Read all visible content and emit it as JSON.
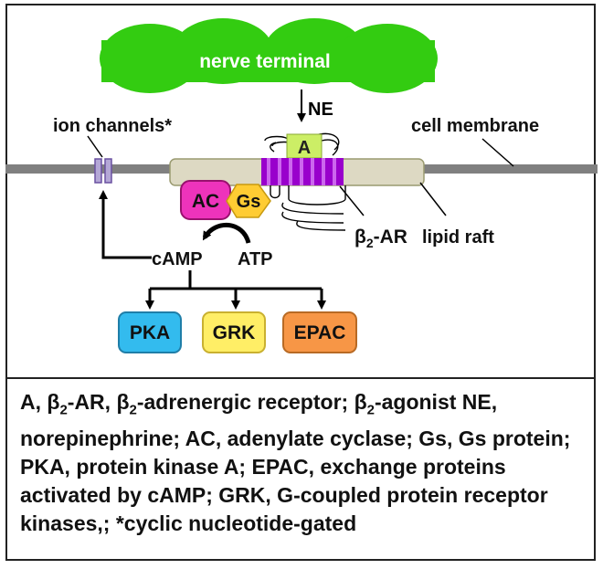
{
  "labels": {
    "nerve_terminal": "nerve terminal",
    "ne": "NE",
    "ion_channels": "ion channels*",
    "cell_membrane": "cell membrane",
    "agonist_box": "A",
    "ac": "AC",
    "gs": "Gs",
    "receptor_base": "β",
    "receptor_sub": "2",
    "receptor_suffix": "-AR",
    "lipid_raft": "lipid raft",
    "camp": "cAMP",
    "atp": "ATP",
    "pka": "PKA",
    "grk": "GRK",
    "epac": "EPAC"
  },
  "caption": {
    "p1": "A, β",
    "s1": "2",
    "p2": "-AR, β",
    "s2": "2",
    "p3": "-adrenergic receptor; β",
    "s3": "2",
    "p4": "-agonist NE, norepinephrine; AC, adenylate cyclase; Gs, Gs protein; PKA, protein kinase A; EPAC, exchange proteins activated by cAMP; GRK, G-coupled protein receptor kinases,; *cyclic nucleotide-gated"
  },
  "colors": {
    "nerve_green": "#33cc11",
    "membrane_gray": "#808080",
    "raft_tan": "#ddd9c3",
    "receptor_purple": "#9900cc",
    "agonist_green": "#ccee66",
    "ac_magenta": "#ee33bb",
    "gs_yellow": "#ffcc33",
    "pka_blue": "#33bbee",
    "grk_yellow": "#ffee66",
    "epac_orange": "#f79646",
    "ion_channel_lilac": "#b4a7d6"
  }
}
